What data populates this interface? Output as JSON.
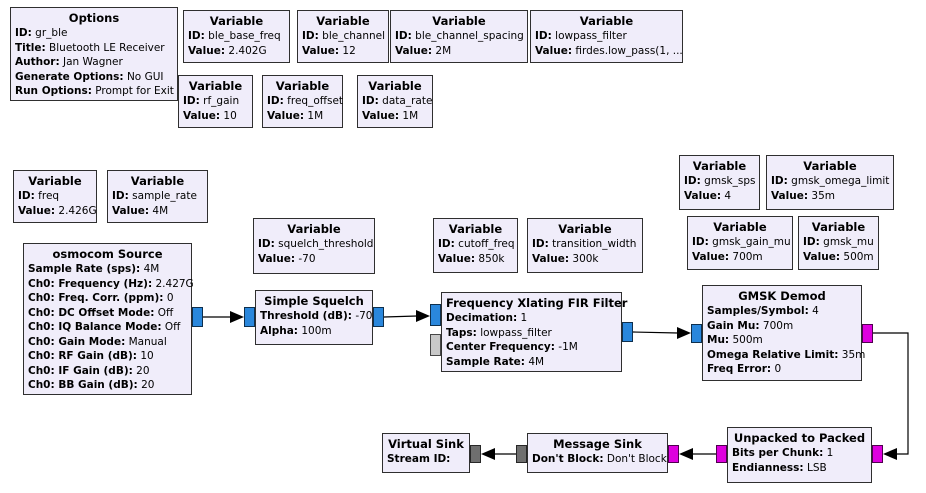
{
  "app": {
    "name": "GNU Radio Companion Flowgraph",
    "flowgraph_title": "Bluetooth LE Receiver"
  },
  "colors": {
    "block_fill": "#F0EDFA",
    "block_border": "#2f2f2f",
    "wire": "#000000",
    "port_types": {
      "complex": "#2A87DC",
      "byte": "#DE00DE",
      "message": "#6F6F6F",
      "tag": "#C8C8C8"
    }
  },
  "blocks": [
    {
      "title": "Options",
      "params": [
        {
          "label": "ID:",
          "value": "gr_ble"
        },
        {
          "label": "Title:",
          "value": "Bluetooth LE Receiver"
        },
        {
          "label": "Author:",
          "value": "Jan Wagner"
        },
        {
          "label": "Generate Options:",
          "value": "No GUI"
        },
        {
          "label": "Run Options:",
          "value": "Prompt for Exit"
        }
      ]
    },
    {
      "title": "Variable",
      "params": [
        {
          "label": "ID:",
          "value": "ble_base_freq"
        },
        {
          "label": "Value:",
          "value": "2.402G"
        }
      ]
    },
    {
      "title": "Variable",
      "params": [
        {
          "label": "ID:",
          "value": "ble_channel"
        },
        {
          "label": "Value:",
          "value": "12"
        }
      ]
    },
    {
      "title": "Variable",
      "params": [
        {
          "label": "ID:",
          "value": "ble_channel_spacing"
        },
        {
          "label": "Value:",
          "value": "2M"
        }
      ]
    },
    {
      "title": "Variable",
      "params": [
        {
          "label": "ID:",
          "value": "lowpass_filter"
        },
        {
          "label": "Value:",
          "value": "firdes.low_pass(1, ..."
        }
      ]
    },
    {
      "title": "Variable",
      "params": [
        {
          "label": "ID:",
          "value": "rf_gain"
        },
        {
          "label": "Value:",
          "value": "10"
        }
      ]
    },
    {
      "title": "Variable",
      "params": [
        {
          "label": "ID:",
          "value": "freq_offset"
        },
        {
          "label": "Value:",
          "value": "1M"
        }
      ]
    },
    {
      "title": "Variable",
      "params": [
        {
          "label": "ID:",
          "value": "data_rate"
        },
        {
          "label": "Value:",
          "value": "1M"
        }
      ]
    },
    {
      "title": "Variable",
      "params": [
        {
          "label": "ID:",
          "value": "freq"
        },
        {
          "label": "Value:",
          "value": "2.426G"
        }
      ]
    },
    {
      "title": "Variable",
      "params": [
        {
          "label": "ID:",
          "value": "sample_rate"
        },
        {
          "label": "Value:",
          "value": "4M"
        }
      ]
    },
    {
      "title": "osmocom Source",
      "params": [
        {
          "label": "Sample Rate (sps):",
          "value": "4M"
        },
        {
          "label": "Ch0: Frequency (Hz):",
          "value": "2.427G"
        },
        {
          "label": "Ch0: Freq. Corr. (ppm):",
          "value": "0"
        },
        {
          "label": "Ch0: DC Offset Mode:",
          "value": "Off"
        },
        {
          "label": "Ch0: IQ Balance Mode:",
          "value": "Off"
        },
        {
          "label": "Ch0: Gain Mode:",
          "value": "Manual"
        },
        {
          "label": "Ch0: RF Gain (dB):",
          "value": "10"
        },
        {
          "label": "Ch0: IF Gain (dB):",
          "value": "20"
        },
        {
          "label": "Ch0: BB Gain (dB):",
          "value": "20"
        }
      ]
    },
    {
      "title": "Variable",
      "params": [
        {
          "label": "ID:",
          "value": "squelch_threshold"
        },
        {
          "label": "Value:",
          "value": "-70"
        }
      ]
    },
    {
      "title": "Simple Squelch",
      "params": [
        {
          "label": "Threshold (dB):",
          "value": "-70"
        },
        {
          "label": "Alpha:",
          "value": "100m"
        }
      ]
    },
    {
      "title": "Variable",
      "params": [
        {
          "label": "ID:",
          "value": "cutoff_freq"
        },
        {
          "label": "Value:",
          "value": "850k"
        }
      ]
    },
    {
      "title": "Variable",
      "params": [
        {
          "label": "ID:",
          "value": "transition_width"
        },
        {
          "label": "Value:",
          "value": "300k"
        }
      ]
    },
    {
      "title": "Frequency Xlating FIR Filter",
      "params": [
        {
          "label": "Decimation:",
          "value": "1"
        },
        {
          "label": "Taps:",
          "value": "lowpass_filter"
        },
        {
          "label": "Center Frequency:",
          "value": "-1M"
        },
        {
          "label": "Sample Rate:",
          "value": "4M"
        }
      ]
    },
    {
      "title": "Variable",
      "params": [
        {
          "label": "ID:",
          "value": "gmsk_sps"
        },
        {
          "label": "Value:",
          "value": "4"
        }
      ]
    },
    {
      "title": "Variable",
      "params": [
        {
          "label": "ID:",
          "value": "gmsk_omega_limit"
        },
        {
          "label": "Value:",
          "value": "35m"
        }
      ]
    },
    {
      "title": "Variable",
      "params": [
        {
          "label": "ID:",
          "value": "gmsk_gain_mu"
        },
        {
          "label": "Value:",
          "value": "700m"
        }
      ]
    },
    {
      "title": "Variable",
      "params": [
        {
          "label": "ID:",
          "value": "gmsk_mu"
        },
        {
          "label": "Value:",
          "value": "500m"
        }
      ]
    },
    {
      "title": "GMSK Demod",
      "params": [
        {
          "label": "Samples/Symbol:",
          "value": "4"
        },
        {
          "label": "Gain Mu:",
          "value": "700m"
        },
        {
          "label": "Mu:",
          "value": "500m"
        },
        {
          "label": "Omega Relative Limit:",
          "value": "35m"
        },
        {
          "label": "Freq Error:",
          "value": "0"
        }
      ]
    },
    {
      "title": "Unpacked to Packed",
      "params": [
        {
          "label": "Bits per Chunk:",
          "value": "1"
        },
        {
          "label": "Endianness:",
          "value": "LSB"
        }
      ]
    },
    {
      "title": "Message Sink",
      "params": [
        {
          "label": "Don't Block:",
          "value": "Don't Block"
        }
      ]
    },
    {
      "title": "Virtual Sink",
      "params": [
        {
          "label": "Stream ID:",
          "value": ""
        }
      ]
    }
  ]
}
